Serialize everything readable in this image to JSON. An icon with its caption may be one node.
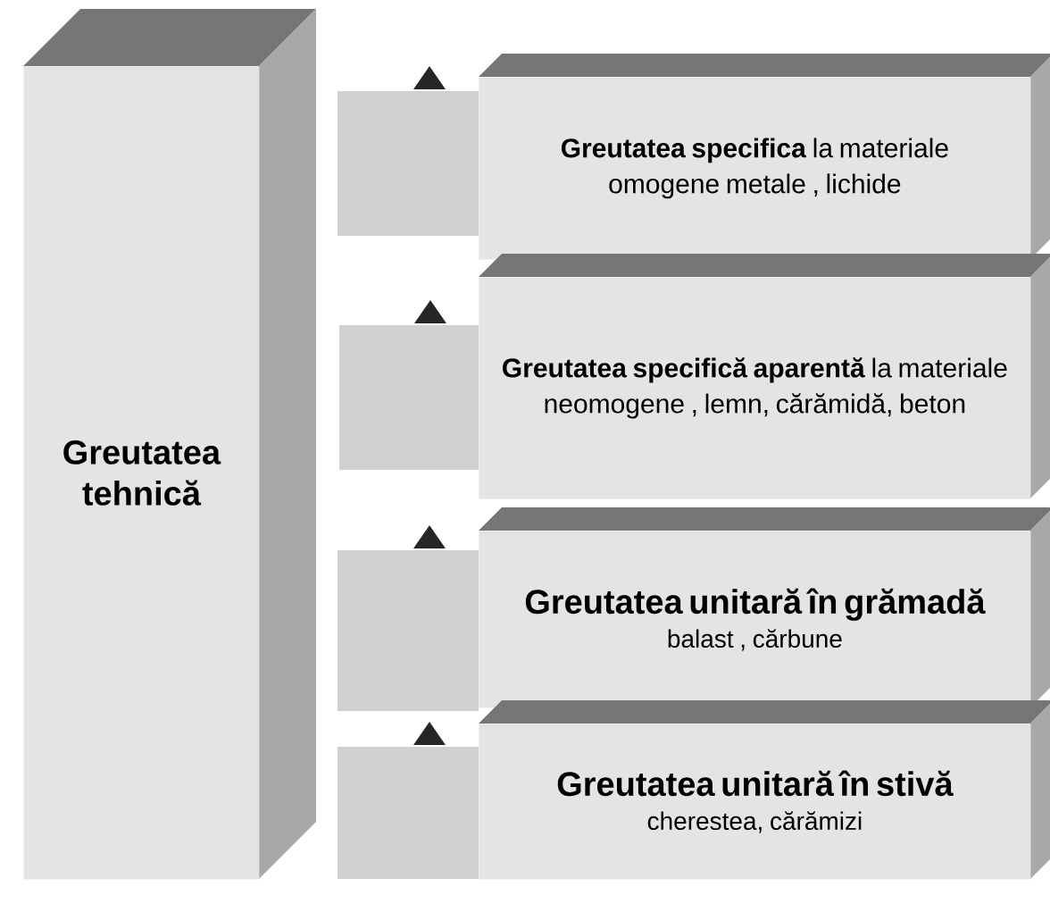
{
  "diagram": {
    "nodes": [
      {
        "text": [
          "Greutatea tehnică"
        ]
      },
      {
        "text": [],
        "shape": "box"
      },
      {
        "text": [
          "**Greutatea specifica** la materiale omogene metale , lichide"
        ]
      },
      {
        "text": [],
        "shape": "box"
      },
      {
        "text": [
          "**Greutatea specifică aparentă** la materiale neomogene , lemn, cărămidă, beton"
        ]
      },
      {
        "text": [],
        "shape": "box"
      },
      {
        "text": [
          "Greutatea unitară în grămadă",
          "balast , cărbune"
        ]
      },
      {
        "text": [],
        "shape": "box"
      },
      {
        "text": [
          "Greutatea unitară în stivă",
          "cherestea, cărămizi"
        ]
      }
    ]
  }
}
